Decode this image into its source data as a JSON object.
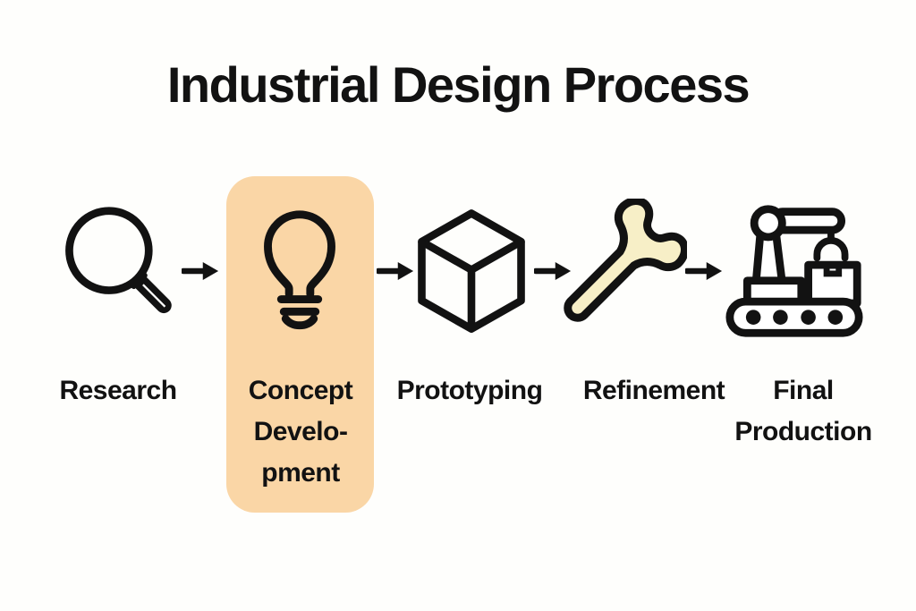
{
  "title": "Industrial Design Process",
  "colors": {
    "background": "#FEFEFC",
    "ink": "#121212",
    "highlight": "#FAD6A6",
    "wrench_fill": "#F7EFC7"
  },
  "arrow_glyph": "→",
  "stages": [
    {
      "name": "research",
      "label": "Research",
      "icon": "magnifier-icon",
      "highlighted": false
    },
    {
      "name": "concept-development",
      "label": "Concept Development",
      "lines": [
        "Concept",
        "Develo-",
        "pment"
      ],
      "icon": "lightbulb-icon",
      "highlighted": true
    },
    {
      "name": "prototyping",
      "label": "Prototyping",
      "icon": "cube-icon",
      "highlighted": false
    },
    {
      "name": "refinement",
      "label": "Refinement",
      "icon": "wrench-icon",
      "highlighted": false
    },
    {
      "name": "final-production",
      "label": "Final Production",
      "lines": [
        "Final",
        "Production"
      ],
      "icon": "factory-robot-arm-icon",
      "highlighted": false
    }
  ]
}
